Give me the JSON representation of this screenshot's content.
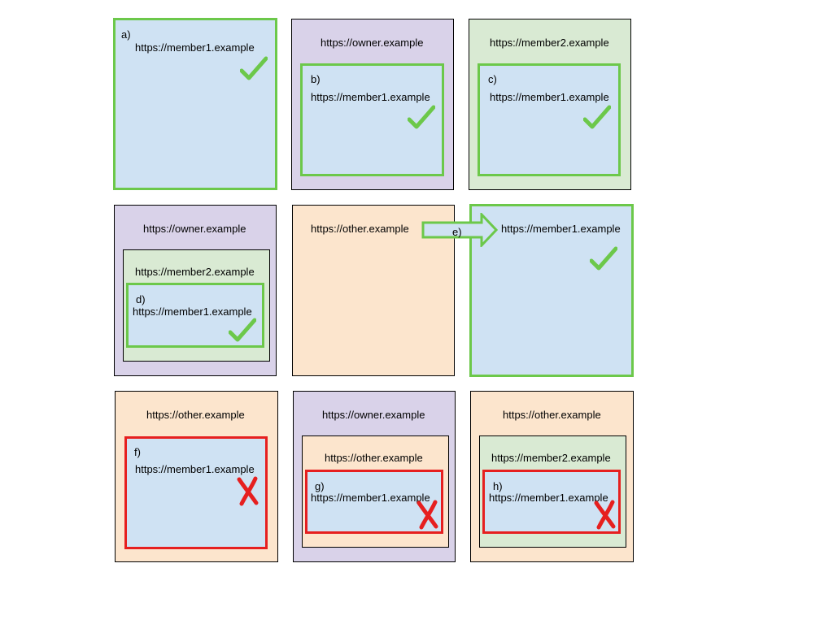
{
  "origins": {
    "owner": "https://owner.example",
    "member1": "https://member1.example",
    "member2": "https://member2.example",
    "other": "https://other.example"
  },
  "labels": {
    "a": "a)",
    "b": "b)",
    "c": "c)",
    "d": "d)",
    "e": "e)",
    "f": "f)",
    "g": "g)",
    "h": "h)"
  },
  "colors": {
    "member1_fill": "#cfe2f3",
    "owner_fill": "#d9d2e9",
    "member2_fill": "#d9ead3",
    "other_fill": "#fce5cd",
    "allowed": "#6cc84a",
    "blocked": "#e61f1f"
  },
  "scenarios": [
    {
      "label": "a)",
      "result": "allowed"
    },
    {
      "label": "b)",
      "result": "allowed"
    },
    {
      "label": "c)",
      "result": "allowed"
    },
    {
      "label": "d)",
      "result": "allowed"
    },
    {
      "label": "e)",
      "result": "allowed"
    },
    {
      "label": "f)",
      "result": "blocked"
    },
    {
      "label": "g)",
      "result": "blocked"
    },
    {
      "label": "h)",
      "result": "blocked"
    }
  ],
  "icons": {
    "allowed": "checkmark-icon",
    "blocked": "cross-icon",
    "navigation": "arrow-icon"
  }
}
